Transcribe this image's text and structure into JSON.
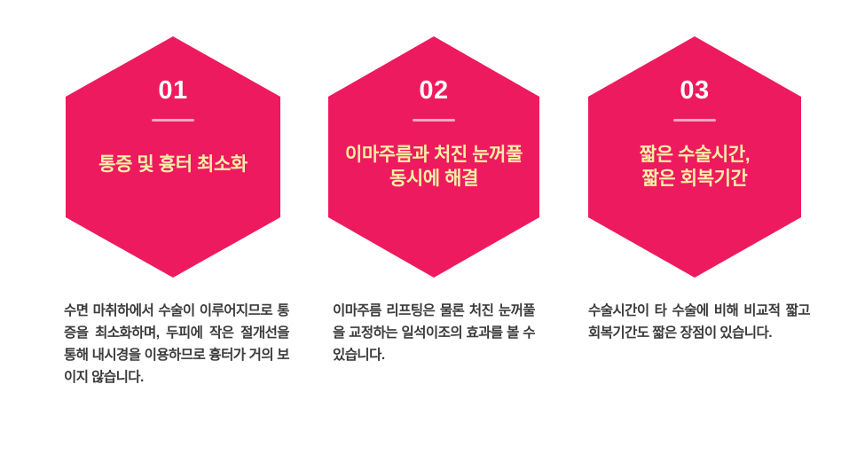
{
  "palette": {
    "hex_fill": "#ee1a5f",
    "title_yellow": "#faefa5",
    "number_white": "#ffffff",
    "caption_gray": "#3b3b3b",
    "page_background": "#ffffff"
  },
  "cards": [
    {
      "number": "01",
      "title": "통증 및 흉터 최소화",
      "caption": "수면 마취하에서 수술이 이루어지므로 통증을 최소화하며, 두피에 작은 절개선을 통해 내시경을 이용하므로 흉터가 거의 보이지 않습니다."
    },
    {
      "number": "02",
      "title": "이마주름과 처진 눈꺼풀\n동시에 해결",
      "caption": "이마주름 리프팅은 물론 처진 눈꺼풀을 교정하는 일석이조의 효과를 볼 수 있습니다."
    },
    {
      "number": "03",
      "title": "짧은 수술시간,\n짧은 회복기간",
      "caption": "수술시간이 타 수술에 비해 비교적 짧고 회복기간도 짧은 장점이 있습니다."
    }
  ]
}
